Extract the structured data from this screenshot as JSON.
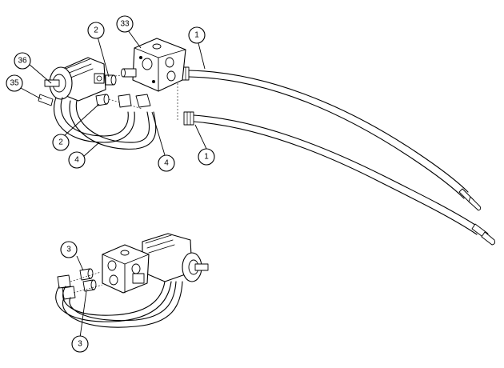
{
  "callouts": {
    "c1_top": "1",
    "c1_bottom": "1",
    "c2_top": "2",
    "c2_left": "2",
    "c33": "33",
    "c36": "36",
    "c35": "35",
    "c4_left": "4",
    "c4_right": "4",
    "c3_top": "3",
    "c3_bottom": "3"
  }
}
